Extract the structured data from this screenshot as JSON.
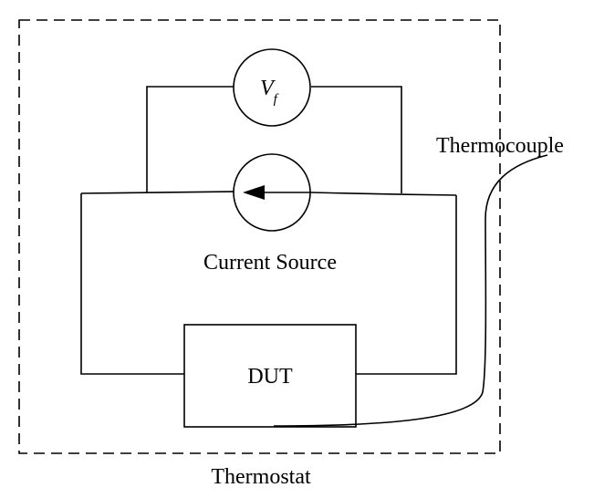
{
  "labels": {
    "thermostat": "Thermostat",
    "thermocouple": "Thermocouple",
    "current_source": "Current Source",
    "dut": "DUT",
    "voltmeter_symbol": "V",
    "voltmeter_subscript": "f"
  },
  "colors": {
    "stroke": "#000000",
    "background": "#ffffff"
  }
}
